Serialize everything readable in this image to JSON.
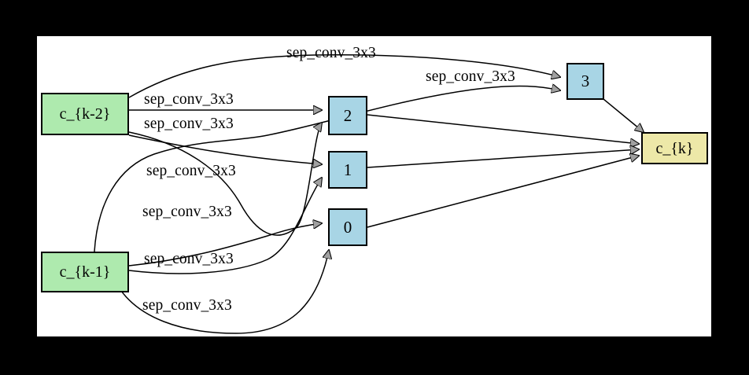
{
  "graph": {
    "title": "sep_conv_3x3",
    "background_color": "#000000",
    "canvas_color": "#ffffff",
    "edge_color": "#000000",
    "arrow_fill": "#a0a0a0",
    "nodes": {
      "input_prev_prev": {
        "label": "c_{k-2}",
        "color": "#aeeaae",
        "kind": "input"
      },
      "input_prev": {
        "label": "c_{k-1}",
        "color": "#aeeaae",
        "kind": "input"
      },
      "op0": {
        "label": "0",
        "color": "#a8d5e5",
        "kind": "intermediate"
      },
      "op1": {
        "label": "1",
        "color": "#a8d5e5",
        "kind": "intermediate"
      },
      "op2": {
        "label": "2",
        "color": "#a8d5e5",
        "kind": "intermediate"
      },
      "op3": {
        "label": "3",
        "color": "#a8d5e5",
        "kind": "intermediate"
      },
      "output": {
        "label": "c_{k}",
        "color": "#ede8a8",
        "kind": "output"
      }
    },
    "edge_labels": [
      {
        "id": "e-top-ck2-to-3",
        "text": "sep_conv_3x3",
        "from": "c_{k-2}",
        "to": "3"
      },
      {
        "id": "e-ck1-to-3",
        "text": "sep_conv_3x3",
        "from": "c_{k-1}",
        "to": "3"
      },
      {
        "id": "e-ck2-to-2",
        "text": "sep_conv_3x3",
        "from": "c_{k-2}",
        "to": "2"
      },
      {
        "id": "e-ck2-to-2b",
        "text": "sep_conv_3x3",
        "from": "c_{k-2}",
        "to": "2"
      },
      {
        "id": "e-ck2-to-1",
        "text": "sep_conv_3x3",
        "from": "c_{k-2}",
        "to": "1"
      },
      {
        "id": "e-ck1-to-1",
        "text": "sep_conv_3x3",
        "from": "c_{k-1}",
        "to": "1"
      },
      {
        "id": "e-ck1-to-0",
        "text": "sep_conv_3x3",
        "from": "c_{k-1}",
        "to": "0"
      },
      {
        "id": "e-ck1-to-0b",
        "text": "sep_conv_3x3",
        "from": "c_{k-1}",
        "to": "0"
      }
    ],
    "concat_edges": [
      {
        "from": "0",
        "to": "c_{k}"
      },
      {
        "from": "1",
        "to": "c_{k}"
      },
      {
        "from": "2",
        "to": "c_{k}"
      },
      {
        "from": "3",
        "to": "c_{k}"
      }
    ]
  }
}
